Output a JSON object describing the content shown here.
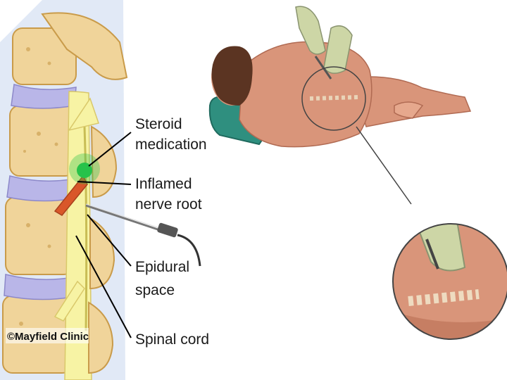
{
  "labels": {
    "steroid": [
      "Steroid",
      "medication"
    ],
    "inflamed": [
      "Inflamed",
      "nerve root"
    ],
    "epidural": [
      "Epidural",
      "space"
    ],
    "cord": [
      "Spinal cord"
    ]
  },
  "copyright": "©Mayfield Clinic",
  "colors": {
    "bone": "#f0d49a",
    "bone_dark": "#c99b4a",
    "disc": "#b9b6e8",
    "cord": "#f7f3a4",
    "skin": "#d9957a",
    "skin_dark": "#b06a52",
    "nerve_inflamed": "#d9572a",
    "medication": "#27c24a",
    "hair": "#5b3422",
    "pillow": "#2f8f7f",
    "glove": "#cdd6a6"
  }
}
